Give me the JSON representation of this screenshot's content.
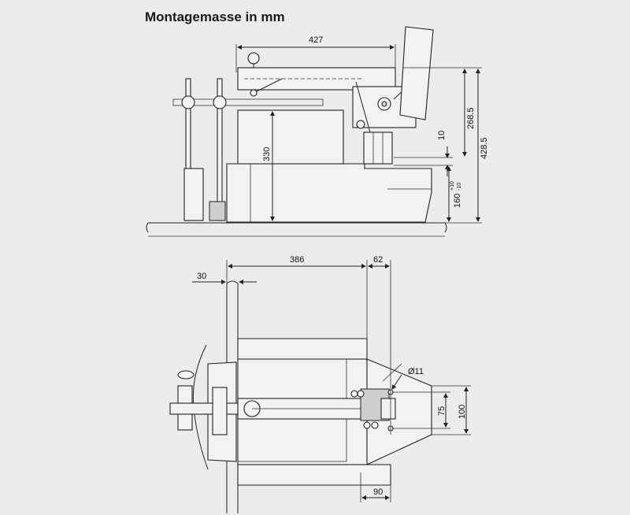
{
  "title": "Montagemasse in mm",
  "side_view": {
    "dims": {
      "d427": "427",
      "d330": "330",
      "d268": "268.5",
      "d428": "428.5",
      "d10": "10",
      "d160": "160",
      "tol_plus": "+10",
      "tol_minus": "-10"
    }
  },
  "top_view": {
    "dims": {
      "d30": "30",
      "d386": "386",
      "d62": "62",
      "d11": "Ø11",
      "d75": "75",
      "d100": "100",
      "d90": "90"
    }
  }
}
